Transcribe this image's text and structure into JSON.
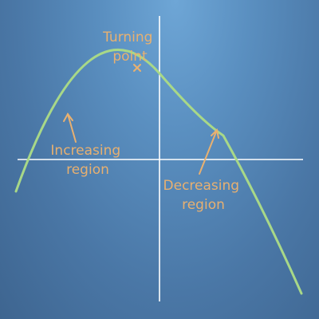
{
  "labels": {
    "turning_point": [
      "Turning",
      "point"
    ],
    "increasing": [
      "Increasing",
      "region"
    ],
    "decreasing": [
      "Decreasing",
      "region"
    ]
  },
  "colors": {
    "curve": "#a8d888",
    "axes": "#ffffff",
    "label": "#e8b070",
    "arrow": "#e8b070"
  },
  "icons": {
    "turning_point_marker": "x-mark-icon"
  }
}
